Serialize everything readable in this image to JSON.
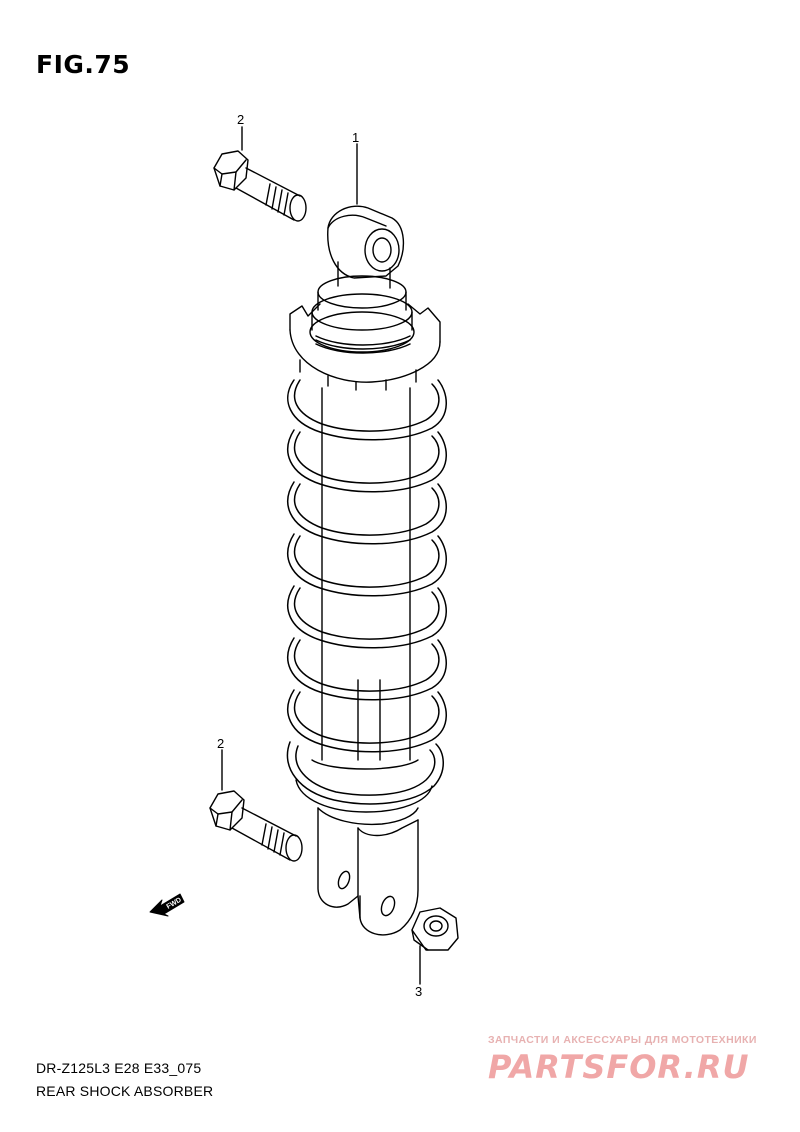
{
  "figure": {
    "title": "FIG.75"
  },
  "callouts": [
    {
      "id": "1",
      "label": "1",
      "part": "shock-absorber"
    },
    {
      "id": "2a",
      "label": "2",
      "part": "upper-bolt"
    },
    {
      "id": "2b",
      "label": "2",
      "part": "lower-bolt"
    },
    {
      "id": "3",
      "label": "3",
      "part": "nut"
    }
  ],
  "fwd_label": "FWD",
  "footer": {
    "model_code": "DR-Z125L3 E28 E33_075",
    "caption": "REAR SHOCK ABSORBER"
  },
  "watermark": {
    "tagline": "ЗАПЧАСТИ И АКСЕССУАРЫ ДЛЯ МОТОТЕХНИКИ",
    "logo": "PARTSFOR.RU"
  },
  "colors": {
    "line": "#000000",
    "background": "#ffffff",
    "watermark": "#f0a7a7"
  }
}
